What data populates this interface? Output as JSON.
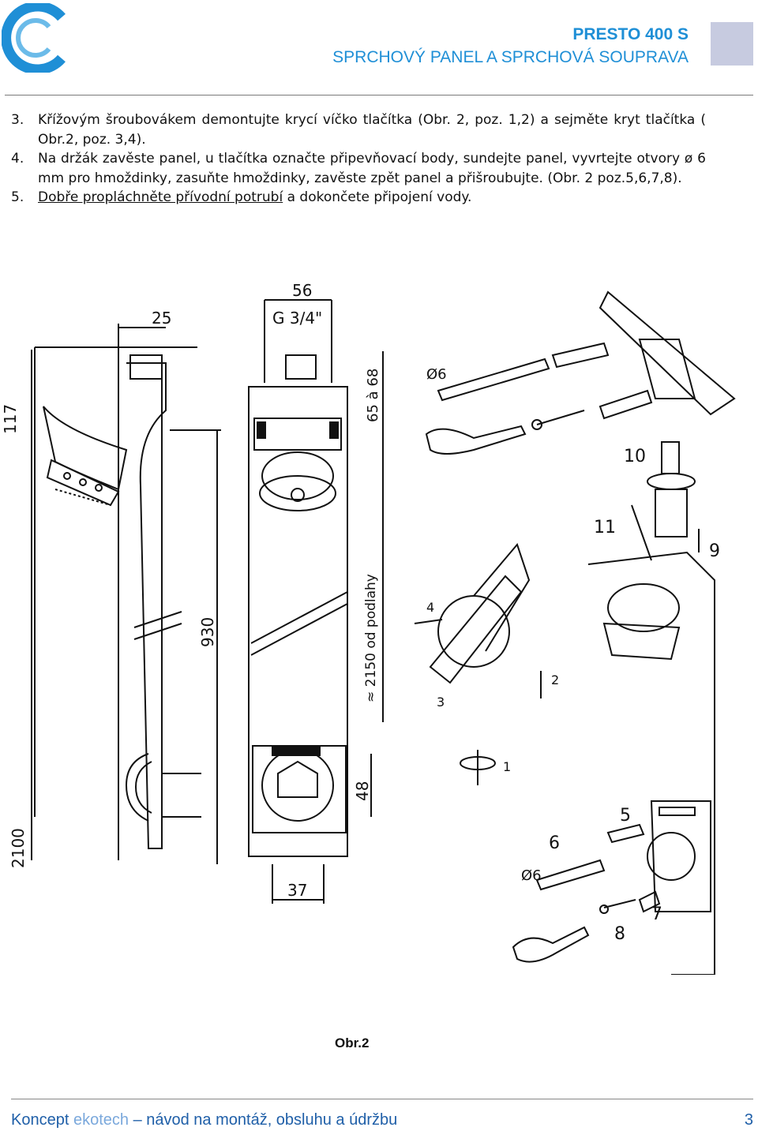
{
  "header": {
    "title": "PRESTO 400 S",
    "subtitle": "SPRCHOVÝ PANEL A SPRCHOVÁ SOUPRAVA",
    "accent_color": "#1f8fd6"
  },
  "instructions": {
    "s3_num": "3.",
    "s3_text": "Křížovým šroubovákem demontujte krycí víčko tlačítka (Obr. 2, poz. 1,2) a sejměte kryt tlačítka ( Obr.2, poz. 3,4).",
    "s4_num": "4.",
    "s4_text": "Na držák zavěste panel, u tlačítka označte připevňovací body, sundejte panel, vyvrtejte otvory ø 6 mm pro hmoždinky, zasuňte hmoždinky, zavěste zpět panel a přišroubujte. (Obr. 2 poz.5,6,7,8).",
    "s5_num": "5.",
    "s5_underlined": "Dobře propláchněte přívodní potrubí",
    "s5_rest": " a dokončete připojení vody."
  },
  "figure": {
    "dims": {
      "d25": "25",
      "d56": "56",
      "thread": "G 3/4\"",
      "d117": "117",
      "d65_68": "65 à 68",
      "d930": "930",
      "d2150": "≈ 2150 od podlahy",
      "d48": "48",
      "d37": "37",
      "d2100": "2100"
    },
    "labels": {
      "drill_top": "Ø6",
      "drill_bottom": "Ø6",
      "p1": "1",
      "p2": "2",
      "p3": "3",
      "p4": "4",
      "p5": "5",
      "p6": "6",
      "p7": "7",
      "p8": "8",
      "p9": "9",
      "p10": "10",
      "p11": "11"
    },
    "caption": "Obr.2"
  },
  "footer": {
    "concept": "Koncept ",
    "brand": "ekotech",
    "rest": " – návod na montáž, obsluhu a údržbu",
    "page": "3"
  }
}
